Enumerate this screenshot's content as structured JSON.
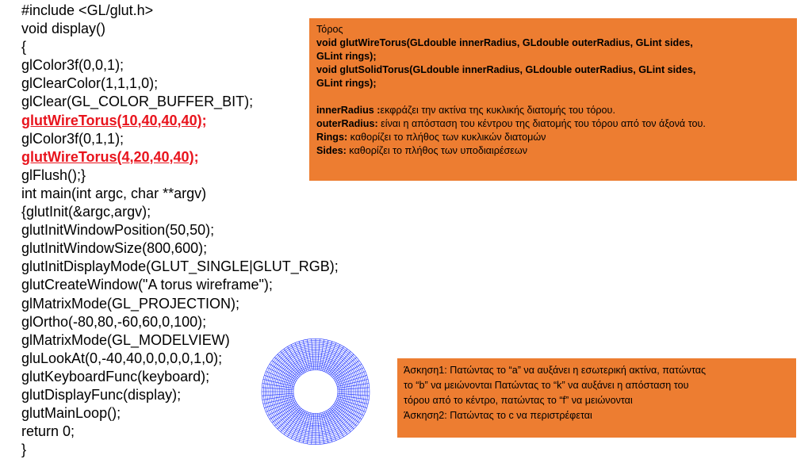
{
  "code_lines": [
    {
      "text": "#include <GL/glut.h>",
      "highlight": false
    },
    {
      "text": "void display()",
      "highlight": false
    },
    {
      "text": "{",
      "highlight": false
    },
    {
      "text": "glColor3f(0,0,1);",
      "highlight": false
    },
    {
      "text": "glClearColor(1,1,1,0);",
      "highlight": false
    },
    {
      "text": "glClear(GL_COLOR_BUFFER_BIT);",
      "highlight": false
    },
    {
      "text": "glutWireTorus(10,40,40,40);",
      "highlight": true
    },
    {
      "text": "glColor3f(0,1,1);",
      "highlight": false
    },
    {
      "text": "glutWireTorus(4,20,40,40);",
      "highlight": true
    },
    {
      "text": "glFlush();}",
      "highlight": false
    },
    {
      "text": "int main(int argc, char **argv)",
      "highlight": false
    },
    {
      "text": "{glutInit(&argc,argv);",
      "highlight": false
    },
    {
      "text": "glutInitWindowPosition(50,50);",
      "highlight": false
    },
    {
      "text": "glutInitWindowSize(800,600);",
      "highlight": false
    },
    {
      "text": "glutInitDisplayMode(GLUT_SINGLE|GLUT_RGB);",
      "highlight": false
    },
    {
      "text": "glutCreateWindow(\"A torus wireframe\");",
      "highlight": false
    },
    {
      "text": "glMatrixMode(GL_PROJECTION);",
      "highlight": false
    },
    {
      "text": "glOrtho(-80,80,-60,60,0,100);",
      "highlight": false
    },
    {
      "text": "glMatrixMode(GL_MODELVIEW)",
      "highlight": false
    },
    {
      "text": "gluLookAt(0,-40,40,0,0,0,0,1,0);",
      "highlight": false
    },
    {
      "text": "glutKeyboardFunc(keyboard);",
      "highlight": false
    },
    {
      "text": "glutDisplayFunc(display);",
      "highlight": false
    },
    {
      "text": "glutMainLoop();",
      "highlight": false
    },
    {
      "text": "return 0;",
      "highlight": false
    },
    {
      "text": "}",
      "highlight": false
    }
  ],
  "info_box": {
    "title": "Τόρος",
    "sig_wire_1": "void glutWireTorus(GLdouble innerRadius, GLdouble outerRadius, GLint sides,",
    "sig_wire_2": "GLint rings);",
    "sig_solid_1": "void glutSolidTorus(GLdouble innerRadius, GLdouble outerRadius, GLint sides,",
    "sig_solid_2": "GLint rings);",
    "params": [
      {
        "name": "innerRadius :",
        "desc": "εκφράζει την ακτίνα της κυκλικής διατομής του τόρου."
      },
      {
        "name": "outerRadius:",
        "desc": " είναι η απόσταση του κέντρου της διατομής του τόρου από τον άξονά του."
      },
      {
        "name": "Rings:",
        "desc": " καθορίζει το πλήθος των κυκλικών διατομών"
      },
      {
        "name": "Sides:",
        "desc": "  καθορίζει το πλήθος των υποδιαιρέσεων"
      }
    ]
  },
  "exercise_box": {
    "lines": [
      "Άσκηση1: Πατώντας το “a” να αυξάνει  η εσωτερική ακτίνα, πατώντας",
      "το “b” να μειώνονται Πατώντας το “k” να αυξάνει  η απόσταση του",
      "τόρου από το κέντρο, πατώντας το “f” να μειώνονται",
      "Άσκηση2: Πατώντας το c  να περιστρέφεται"
    ]
  },
  "colors": {
    "box_bg": "#ed7d31",
    "highlight_text": "#e8141d",
    "torus_wire": "#1f34ff"
  }
}
